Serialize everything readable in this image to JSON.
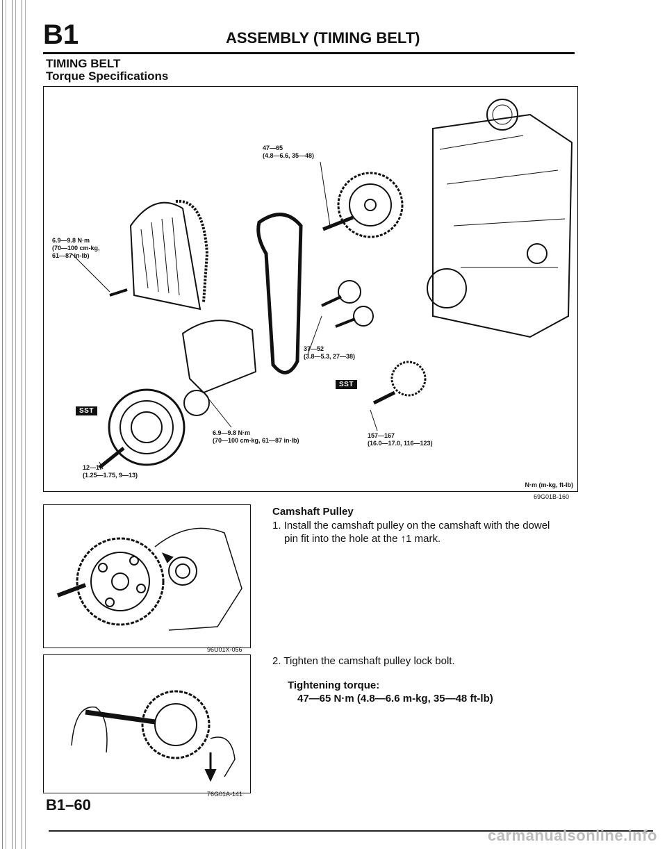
{
  "header": {
    "section_code": "B1",
    "title": "ASSEMBLY (TIMING BELT)"
  },
  "section": {
    "title": "TIMING BELT",
    "subtitle": "Torque Specifications"
  },
  "figure_main": {
    "labels": {
      "camshaft_bolt": [
        "47—65",
        "(4.8—6.6, 35—48)"
      ],
      "cover_bolt": [
        "6.9—9.8 N·m",
        "(70—100 cm-kg,",
        "61—87 in-lb)"
      ],
      "tensioner_bolt": [
        "37—52",
        "(3.8—5.3, 27—38)"
      ],
      "lower_cover_bolt": [
        "6.9—9.8 N·m",
        "(70—100 cm-kg, 61—87 in-lb)"
      ],
      "crank_bolt": [
        "157—167",
        "(16.0—17.0, 116—123)"
      ],
      "pulley_bolt": [
        "12—17",
        "(1.25—1.75, 9—13)"
      ]
    },
    "sst_left": "SST",
    "sst_right": "SST",
    "units": "N·m (m-kg, ft-lb)",
    "id": "69G01B-160"
  },
  "figure_cam": {
    "id": "96U01X-056"
  },
  "figure_wrench": {
    "id": "76G01A-141"
  },
  "instructions": {
    "heading": "Camshaft Pulley",
    "step1": [
      "1. Install the camshaft pulley on the camshaft with the dowel",
      "pin fit into the hole at the ↑1 mark."
    ],
    "step2": "2. Tighten the camshaft pulley lock bolt.",
    "torque_label": "Tightening torque:",
    "torque_value": "47—65 N·m (4.8—6.6 m-kg, 35—48 ft-lb)"
  },
  "footer": {
    "page": "B1–60",
    "watermark": "carmanualsonline.info"
  }
}
